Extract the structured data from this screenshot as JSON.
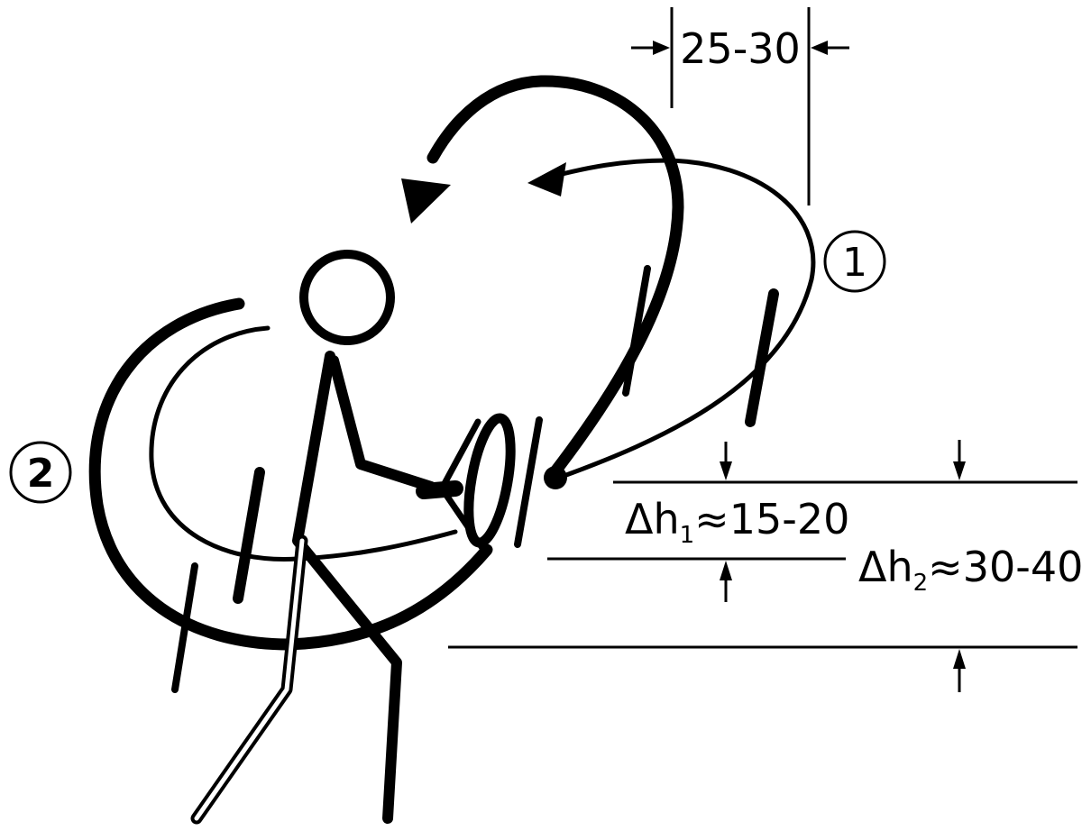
{
  "dimensions": {
    "offset_label": "25-30",
    "dh1": {
      "symbol": "Δh",
      "sub": "1",
      "value": "≈15-20"
    },
    "dh2": {
      "symbol": "Δh",
      "sub": "2",
      "value": "≈30-40"
    }
  },
  "markers": {
    "stroke_1": "①",
    "stroke_2": "②"
  },
  "colors": {
    "ink": "#000000",
    "background": "#ffffff"
  }
}
